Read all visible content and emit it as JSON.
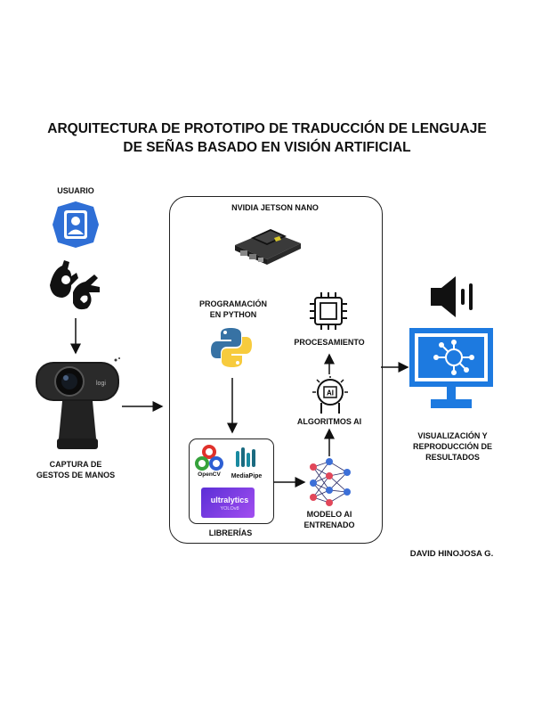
{
  "title": {
    "line1": "ARQUITECTURA DE PROTOTIPO DE TRADUCCIÓN DE LENGUAJE",
    "line2": "DE SEÑAS BASADO EN VISIÓN ARTIFICIAL"
  },
  "user": {
    "label": "USUARIO",
    "icon": "user-badge-icon",
    "sign_icon": "sign-language-hands-icon"
  },
  "capture": {
    "line1": "CAPTURA DE",
    "line2": "GESTOS DE MANOS",
    "icon": "webcam-icon",
    "cam_text": "logi"
  },
  "jetson": {
    "label": "NVIDIA JETSON NANO",
    "icon": "jetson-board-icon"
  },
  "python": {
    "line1": "PROGRAMACIÓN",
    "line2": "EN PYTHON",
    "icon": "python-logo-icon"
  },
  "libraries": {
    "label": "LIBRERÍAS",
    "opencv": "OpenCV",
    "mediapipe": "MediaPipe",
    "ultralytics": "ultralytics",
    "yolo": "YOLOv8"
  },
  "model": {
    "line1": "MODELO AI",
    "line2": "ENTRENADO",
    "icon": "neural-network-icon"
  },
  "algorithms": {
    "label": "ALGORITMOS AI",
    "icon": "ai-head-icon",
    "badge": "AI"
  },
  "processing": {
    "label": "PROCESAMIENTO",
    "icon": "cpu-chip-icon"
  },
  "output": {
    "line1": "VISUALIZACIÓN Y",
    "line2": "REPRODUCCIÓN DE",
    "line3": "RESULTADOS",
    "speaker_icon": "speaker-icon",
    "monitor_icon": "monitor-network-icon"
  },
  "author": "DAVID HINOJOSA G.",
  "colors": {
    "user_blue": "#2f6fd6",
    "monitor_blue": "#1d7ae0",
    "python_blue": "#3772a4",
    "python_yellow": "#f7cb3d",
    "ultralytics_purple": "#7c3fe4",
    "mediapipe_teal": "#1a8aa0"
  }
}
